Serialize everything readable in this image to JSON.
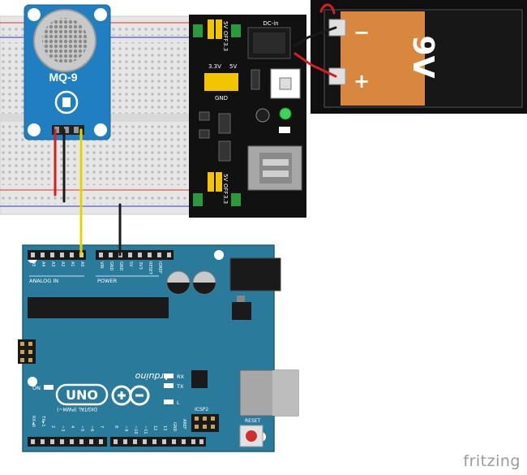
{
  "sensor": {
    "label": "MQ-9"
  },
  "power_module": {
    "dc_label": "DC-in",
    "jumper_top": [
      "5V",
      "OFF",
      "3.3"
    ],
    "jumper_mid": [
      "3.3V",
      "5V"
    ],
    "gnd_label": "GND",
    "jumper_bottom": [
      "5V",
      "OFF",
      "3.3"
    ]
  },
  "battery": {
    "label": "9V",
    "minus": "−",
    "plus": "+"
  },
  "arduino": {
    "brand": "Arduino",
    "model": "UNO",
    "analog_header": "ANALOG IN",
    "power_header": "POWER",
    "digital_header": "DIGITAL (PWM~)",
    "analog_pins": [
      "A5",
      "A4",
      "A3",
      "A2",
      "A1",
      "A0"
    ],
    "power_pins": [
      "VIN",
      "GND",
      "GND",
      "5V",
      "3V3",
      "RESET",
      "IOREF"
    ],
    "digital_pins": [
      "RX◄0",
      "TX►1",
      "2",
      "~3",
      "4",
      "~5",
      "~6",
      "7",
      "8",
      "~9",
      "~10",
      "~11",
      "12",
      "13",
      "GND",
      "AREF"
    ],
    "led_labels": [
      "RX",
      "TX",
      "L"
    ],
    "on_label": "ON",
    "icsp_label": "ICSP",
    "icsp2_label": "ICSP2",
    "reset_label": "RESET"
  },
  "footer": {
    "brand": "fritzing"
  },
  "colors": {
    "board": "#2a7a9c",
    "sensor_board": "#1f7fc1",
    "wire_red": "#d81e1e",
    "wire_black": "#1a1a1a",
    "wire_yellow": "#f2e000",
    "battery_body": "#d9863f"
  }
}
